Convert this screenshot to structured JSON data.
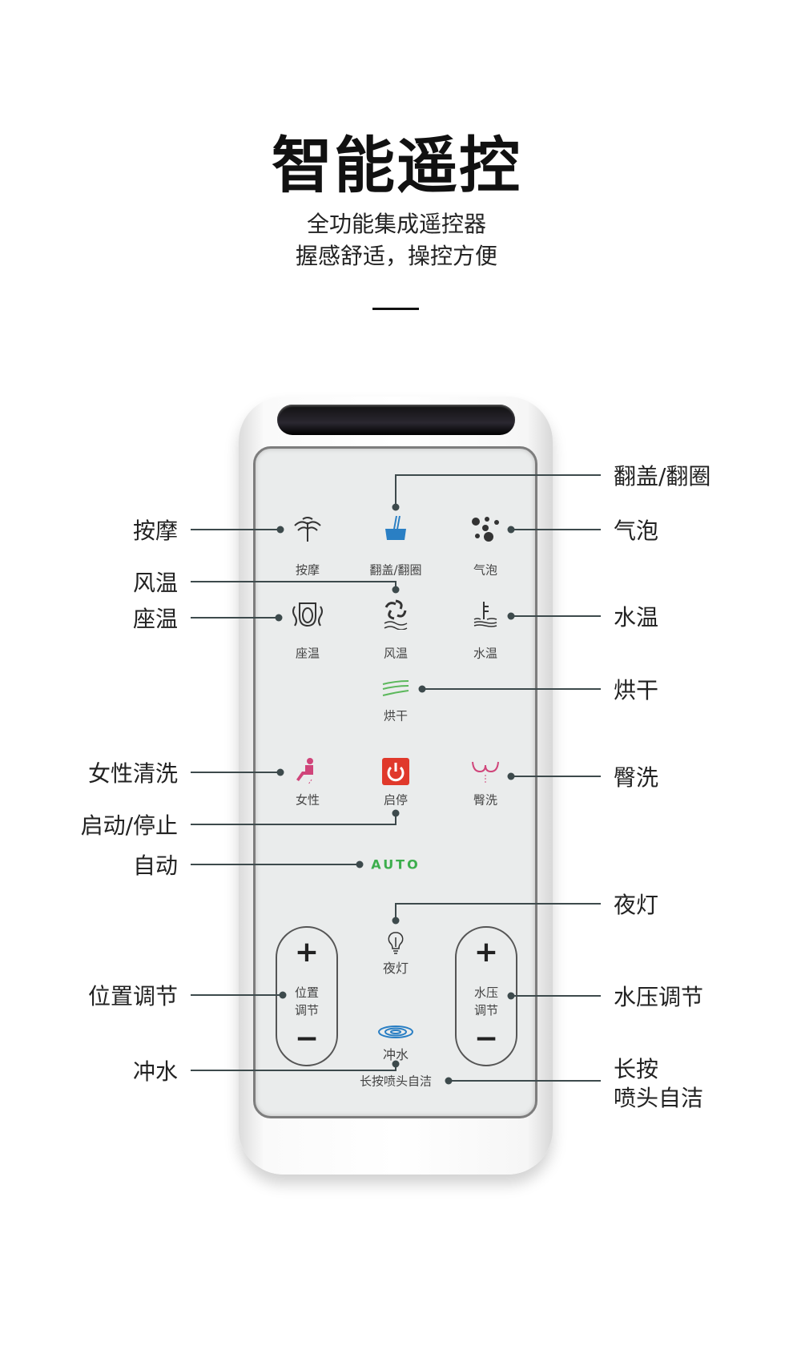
{
  "header": {
    "title": "智能遥控",
    "subtitle_lines": [
      "全功能集成遥控器",
      "握感舒适，操控方便"
    ]
  },
  "remote": {
    "buttons": {
      "massage": "按摩",
      "flip": "翻盖/翻圈",
      "bubble": "气泡",
      "seat_temp": "座温",
      "air_temp": "风温",
      "water_temp": "水温",
      "dry": "烘干",
      "female": "女性",
      "power": "启停",
      "rear": "臀洗",
      "auto": "AUTO",
      "night_light": "夜灯",
      "flush": "冲水",
      "self_clean": "长按喷头自洁",
      "position_adjust": [
        "位置",
        "调节"
      ],
      "pressure_adjust": [
        "水压",
        "调节"
      ],
      "plus": "+",
      "minus": "−"
    }
  },
  "callouts": {
    "massage": "按摩",
    "air_temp": "风温",
    "seat_temp": "座温",
    "female_wash": "女性清洗",
    "start_stop": "启动/停止",
    "auto": "自动",
    "position": "位置调节",
    "flush": "冲水",
    "flip": "翻盖/翻圈",
    "bubble": "气泡",
    "water_temp": "水温",
    "dry": "烘干",
    "rear_wash": "臀洗",
    "night_light": "夜灯",
    "pressure": "水压调节",
    "self_clean": [
      "长按",
      "喷头自洁"
    ]
  },
  "colors": {
    "line": "#3d4a4c",
    "flip_blue": "#2a7fc4",
    "dry_green": "#5cb85c",
    "power_red": "#e0392b",
    "female_pink": "#d0457a",
    "auto_green": "#3cae4c"
  }
}
